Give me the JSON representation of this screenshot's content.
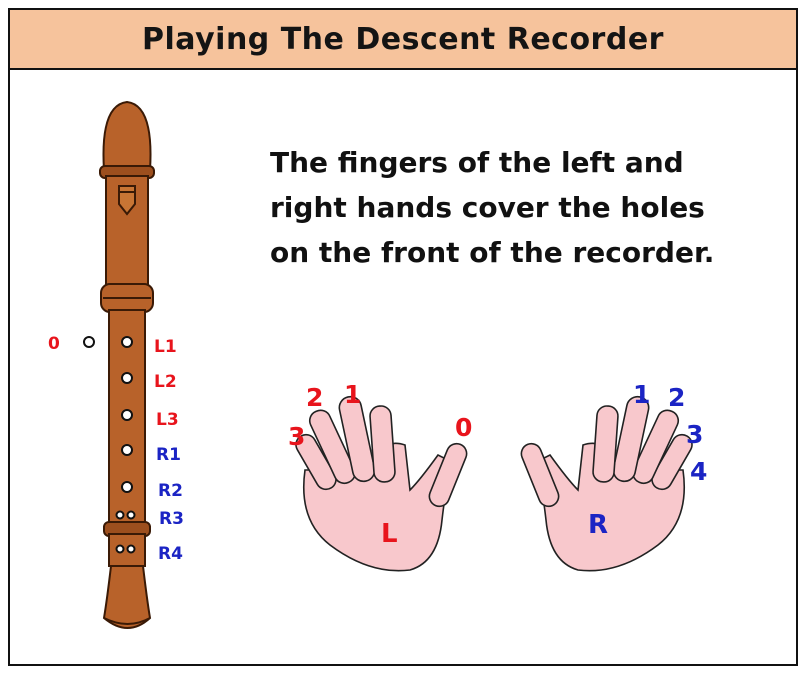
{
  "title": "Playing The Descent Recorder",
  "description": [
    "The fingers of the left and",
    "right hands cover the holes",
    "on the front of the recorder."
  ],
  "hole_labels": {
    "thumb": "0",
    "L1": "L1",
    "L2": "L2",
    "L3": "L3",
    "R1": "R1",
    "R2": "R2",
    "R3": "R3",
    "R4": "R4"
  },
  "left_hand": {
    "label": "L",
    "fingers": [
      "0",
      "1",
      "2",
      "3"
    ]
  },
  "right_hand": {
    "label": "R",
    "fingers": [
      "1",
      "2",
      "3",
      "4"
    ]
  },
  "colors": {
    "left": "#e8141c",
    "right": "#1b24c4",
    "wood": "#b8622a",
    "wood_dark": "#7a3c14",
    "skin": "#f8c8cc",
    "title_bg": "#f6c39c"
  }
}
